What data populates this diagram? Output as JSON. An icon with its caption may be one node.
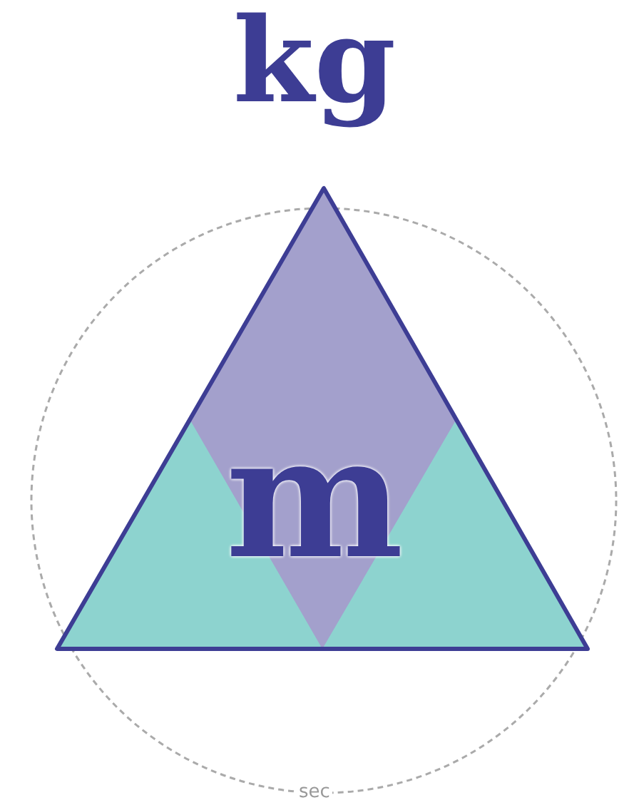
{
  "diagram": {
    "labels": [
      "kg",
      "m",
      "sec"
    ]
  }
}
